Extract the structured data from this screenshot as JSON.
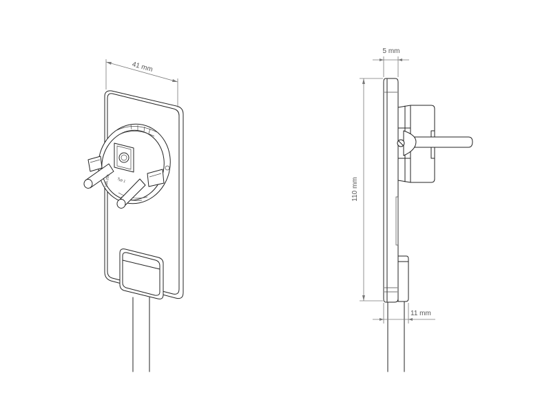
{
  "dimensions": {
    "width": "41 mm",
    "depth": "5 mm",
    "height": "110 mm",
    "cable_depth": "11 mm"
  },
  "plug_markings": {
    "type_label": "Typ 1",
    "rating_label": "16A 250"
  }
}
